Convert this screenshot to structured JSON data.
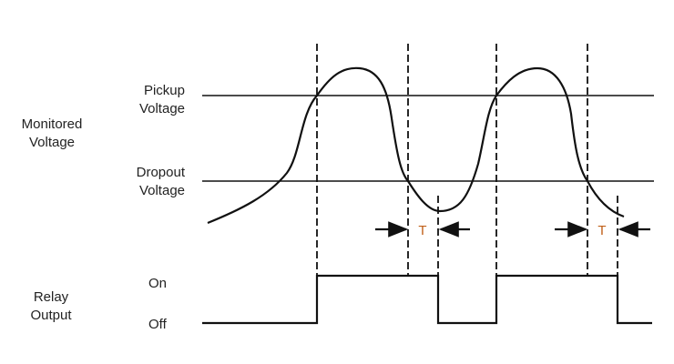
{
  "labels": {
    "monitored_1": "Monitored",
    "monitored_2": "Voltage",
    "pickup_1": "Pickup",
    "pickup_2": "Voltage",
    "dropout_1": "Dropout",
    "dropout_2": "Voltage",
    "relay_1": "Relay",
    "relay_2": "Output",
    "on": "On",
    "off": "Off",
    "delay_1": "T",
    "delay_2": "T"
  },
  "colors": {
    "line": "#111111",
    "delay_label": "#c0601a"
  }
}
